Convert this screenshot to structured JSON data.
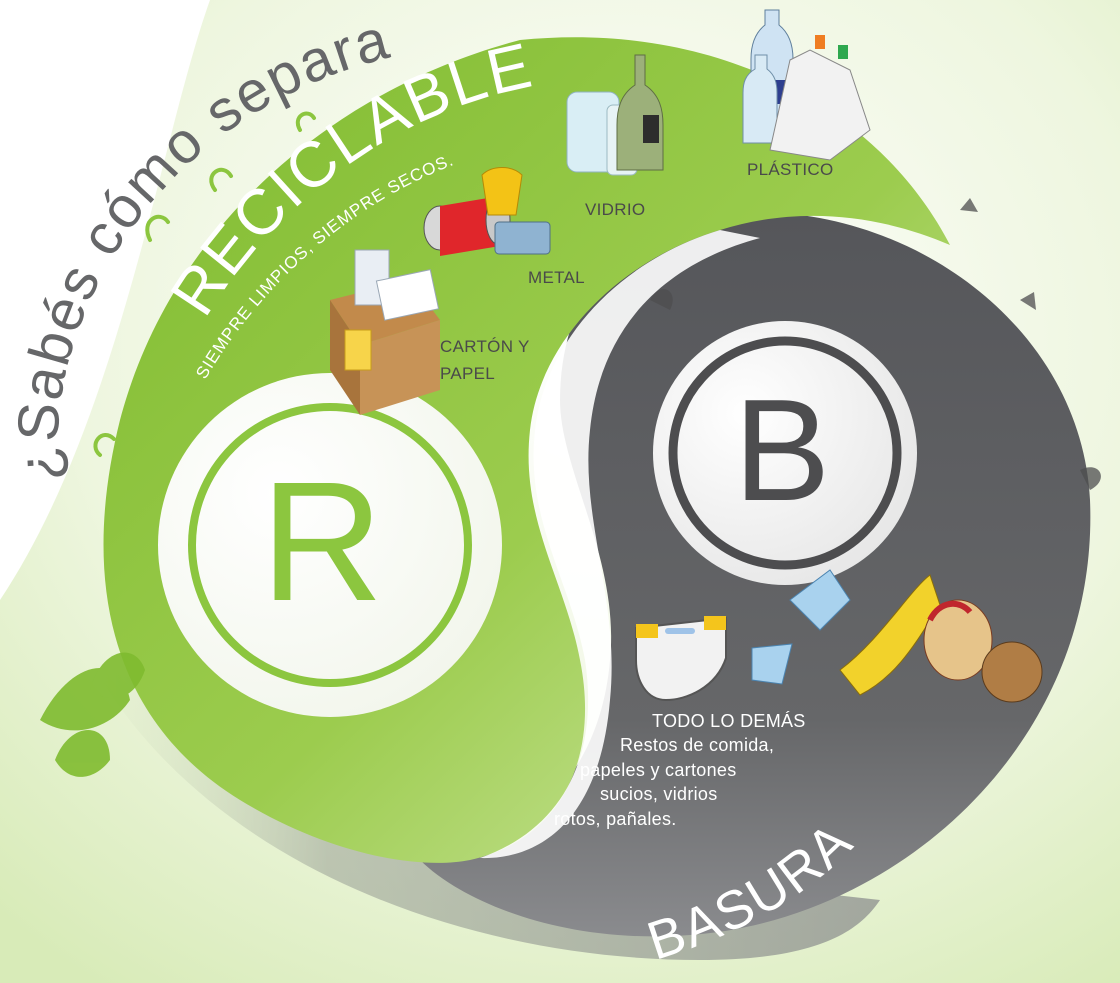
{
  "title": "¿Sabés cómo separar?",
  "reciclables": {
    "heading": "RECICLABLES",
    "subheading": "SIEMPRE LIMPIOS, SIEMPRE SECOS.",
    "letter": "R",
    "items": {
      "plastico": "PLÁSTICO",
      "vidrio": "VIDRIO",
      "metal": "METAL",
      "carton_line1": "CARTÓN Y",
      "carton_line2": "PAPEL"
    }
  },
  "basura": {
    "heading": "BASURA",
    "letter": "B",
    "description": {
      "line1": "TODO LO DEMÁS",
      "line2": "Restos de comida,",
      "line3": "papeles y cartones",
      "line4": "sucios, vidrios",
      "line5": "rotos, pañales."
    }
  },
  "colors": {
    "green": "#8cc63f",
    "green_light": "#c9e39a",
    "gray_dark": "#4d4d4f",
    "gray_mid": "#6d6e70",
    "text": "#4a4a4a"
  }
}
